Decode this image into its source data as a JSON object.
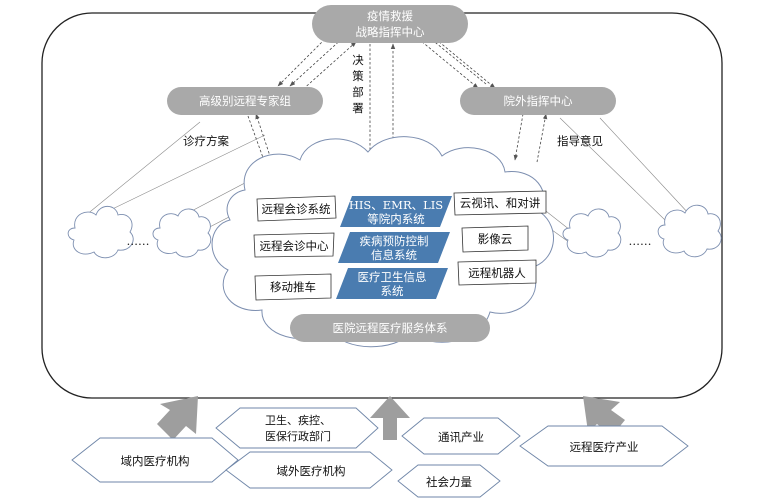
{
  "command_center": {
    "line1": "疫情救援",
    "line2": "战略指挥中心"
  },
  "expert_group": "高级别远程专家组",
  "outside_command": "院外指挥中心",
  "decision": [
    "决",
    "策",
    "部",
    "署"
  ],
  "diagnosis_plan": "诊疗方案",
  "guidance": "指导意见",
  "ellipsis": "……",
  "left_systems": [
    "远程会诊系统",
    "远程会诊中心",
    "移动推车"
  ],
  "center_systems": [
    {
      "line1": "HIS、EMR、LIS",
      "line2": "等院内系统"
    },
    {
      "line1": "疾病预防控制",
      "line2": "信息系统"
    },
    {
      "line1": "医疗卫生信息",
      "line2": "系统"
    }
  ],
  "right_systems": [
    "云视讯、和对讲",
    "影像云",
    "远程机器人"
  ],
  "service_system": "医院远程医疗服务体系",
  "participants": {
    "domestic_institutions": "域内医疗机构",
    "health_departments": {
      "line1": "卫生、疾控、",
      "line2": "医保行政部门"
    },
    "external_institutions": "域外医疗机构",
    "telecom": "通讯产业",
    "social_forces": "社会力量",
    "telemedicine_industry": "远程医疗产业"
  },
  "colors": {
    "gray_fill": "#a9a9a9",
    "blue_fill": "#4a7cb0",
    "outline_blue": "#6f86a8",
    "arrow_gray": "#9e9e9e"
  }
}
